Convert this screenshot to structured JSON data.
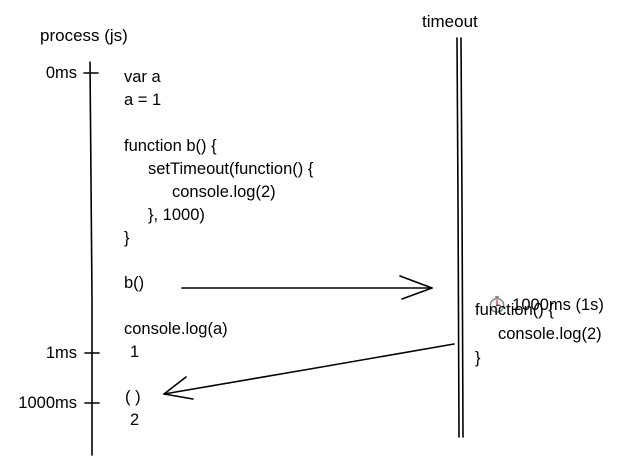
{
  "headers": {
    "process": "process (js)",
    "timeout": "timeout"
  },
  "ticks": {
    "t0": "0ms",
    "t1": "1ms",
    "t1000": "1000ms"
  },
  "process_code": {
    "l1": "var a",
    "l2": "a = 1",
    "l3": "function b() {",
    "l4": "setTimeout(function() {",
    "l5": "console.log(2)",
    "l6": "}, 1000)",
    "l7": "}",
    "l8": "b()",
    "l9": "console.log(a)",
    "l10": "1",
    "l11": "( )",
    "l12": "2"
  },
  "timeout_block": {
    "icon": "stopwatch-icon",
    "timer_label": "1000ms (1s)",
    "l1": "function() {",
    "l2": "console.log(2)",
    "l3": "}"
  },
  "colors": {
    "ink": "#000000",
    "icon_body": "#f4f4f4"
  }
}
